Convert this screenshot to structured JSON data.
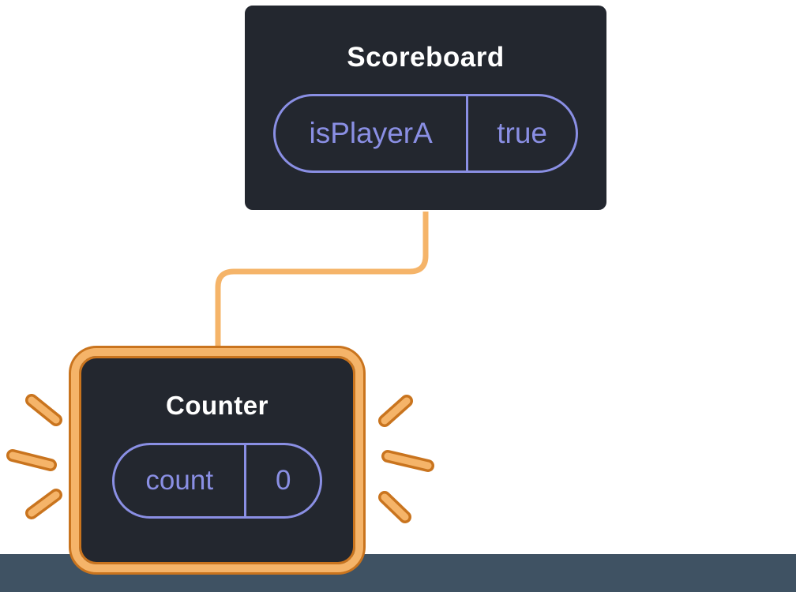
{
  "scoreboard": {
    "title": "Scoreboard",
    "state": {
      "name": "isPlayerA",
      "value": "true"
    }
  },
  "counter": {
    "title": "Counter",
    "state": {
      "name": "count",
      "value": "0"
    }
  },
  "colors": {
    "page_bg": "#ffffff",
    "card_bg": "#23272f",
    "card_text": "#ffffff",
    "purple": "#8a8fe4",
    "orange": "#f5b469",
    "orange_dark": "#c9741e",
    "strip": "#3f5263"
  }
}
